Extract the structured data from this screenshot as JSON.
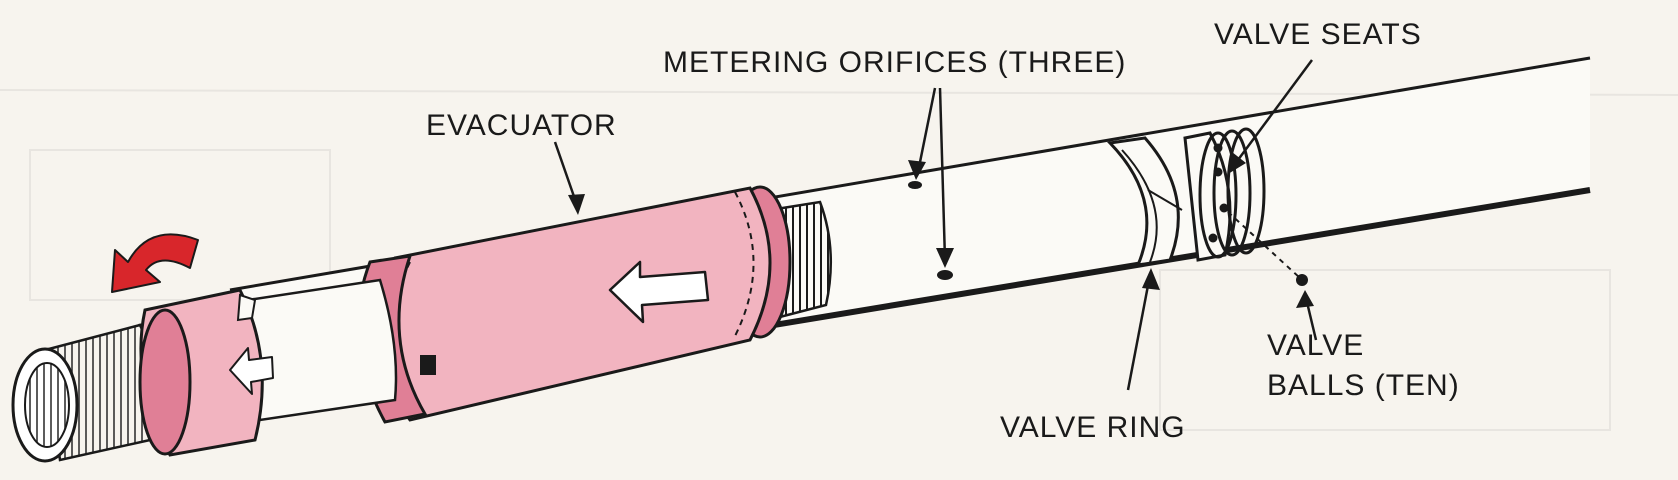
{
  "colors": {
    "paper": "#f7f4ee",
    "ink": "#1a1a1a",
    "part_fill": "#f2b4c0",
    "part_shade": "#e07f96",
    "rotation_arrow": "#d8262b",
    "barrel": "#fbfaf6"
  },
  "labels": {
    "evacuator": "EVACUATOR",
    "metering_orifices": "METERING ORIFICES (THREE)",
    "valve_seats": "VALVE SEATS",
    "valve_balls_line1": "VALVE",
    "valve_balls_line2": "BALLS (TEN)",
    "valve_ring": "VALVE RING"
  },
  "icons": {
    "rotation": "curved-arrow-icon",
    "slide_direction": "left-arrow-icon",
    "collar_direction": "left-arrow-icon"
  }
}
